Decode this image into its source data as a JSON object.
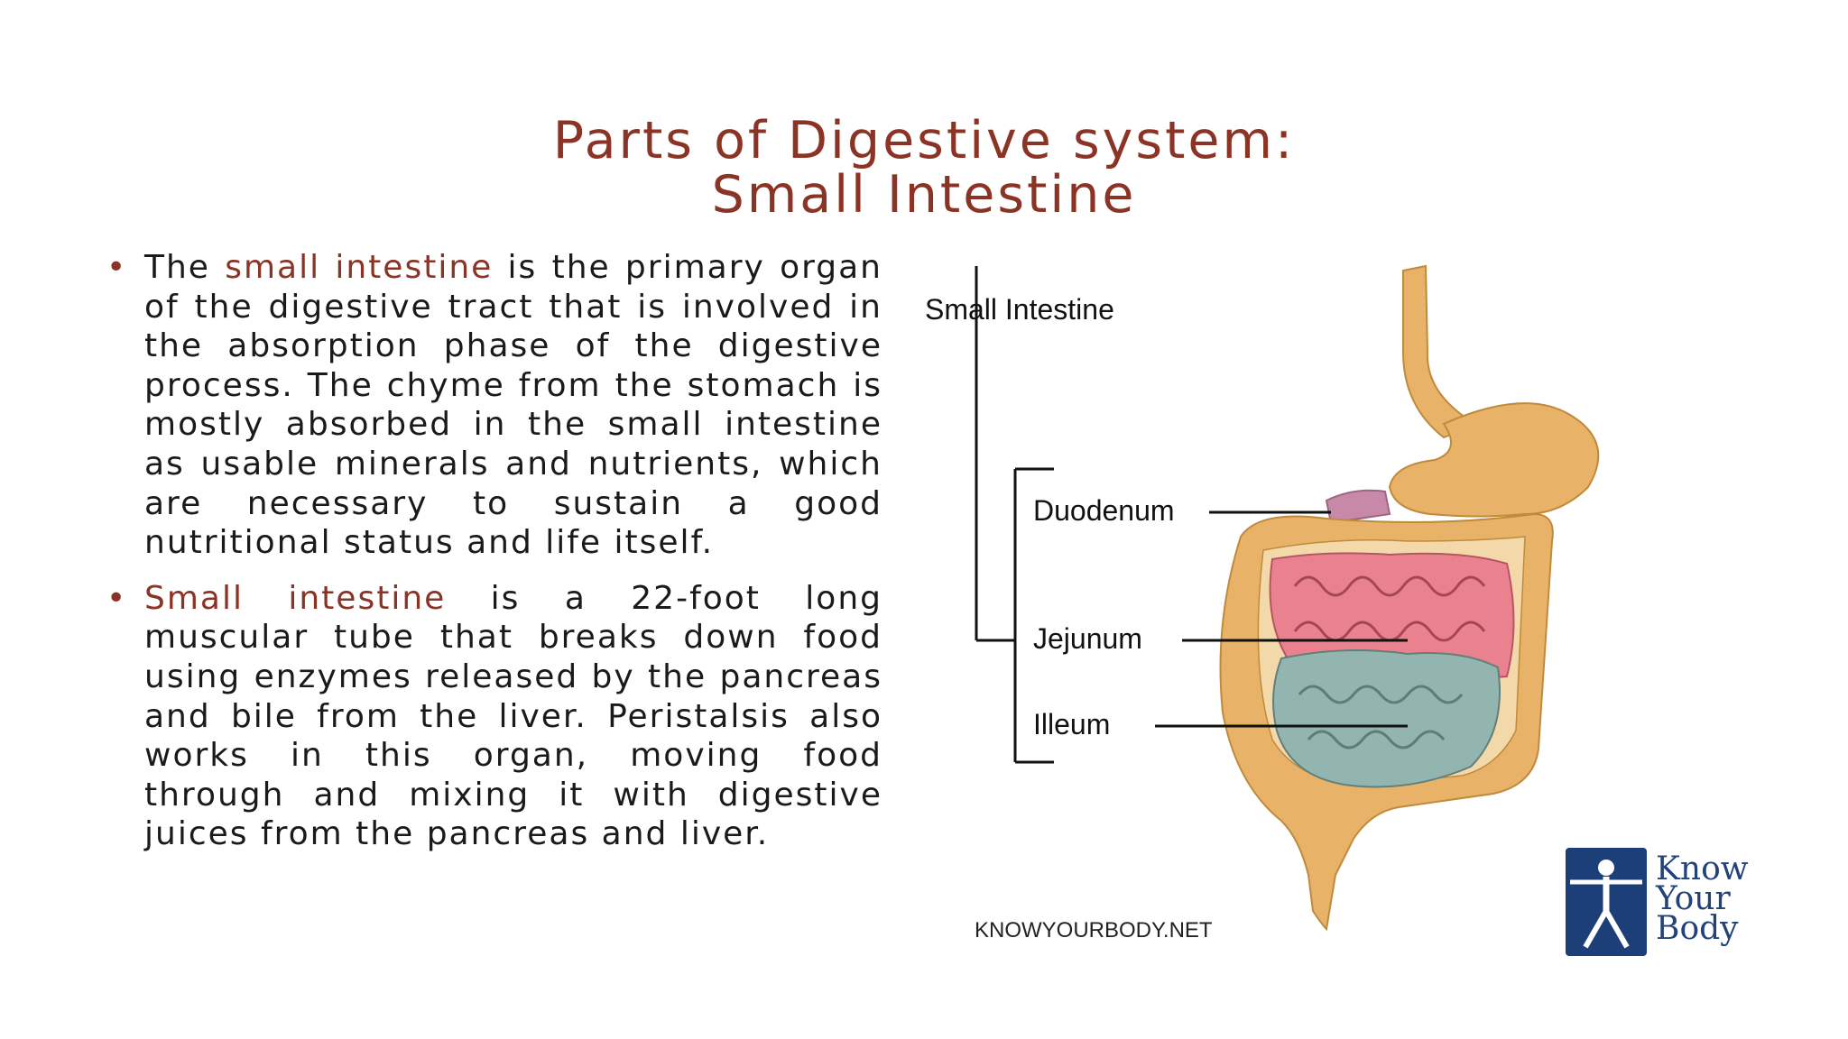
{
  "title": {
    "line1": "Parts of Digestive system:",
    "line2": "Small Intestine"
  },
  "bullets": [
    {
      "prefix": "The ",
      "highlight": "small intestine",
      "rest": " is the primary organ of the digestive tract that is involved in the absorption phase of the digestive process. The chyme from the stomach is mostly absorbed in the small intestine as usable minerals and nutrients, which are necessary to sustain a good nutritional status and life itself."
    },
    {
      "prefix": "",
      "highlight": "Small intestine",
      "rest": " is a 22-foot long muscular tube that breaks down food using enzymes released by the pancreas and bile from the liver. Peristalsis also works in this organ, moving food through and mixing it with digestive juices from the pancreas and liver."
    }
  ],
  "diagram": {
    "heading": "Small Intestine",
    "labels": {
      "duodenum": "Duodenum",
      "jejunum": "Jejunum",
      "ileum": "Illeum"
    },
    "credit": "KNOWYOURBODY.NET"
  },
  "logo": {
    "line1": "Know",
    "line2": "Your",
    "line3": "Body"
  },
  "colors": {
    "title": "#8b3324",
    "stomach": "#e8b368",
    "jejunum": "#e9828e",
    "ileum": "#93b5b0",
    "duodenum": "#c889a8",
    "logo": "#1d3f78"
  }
}
